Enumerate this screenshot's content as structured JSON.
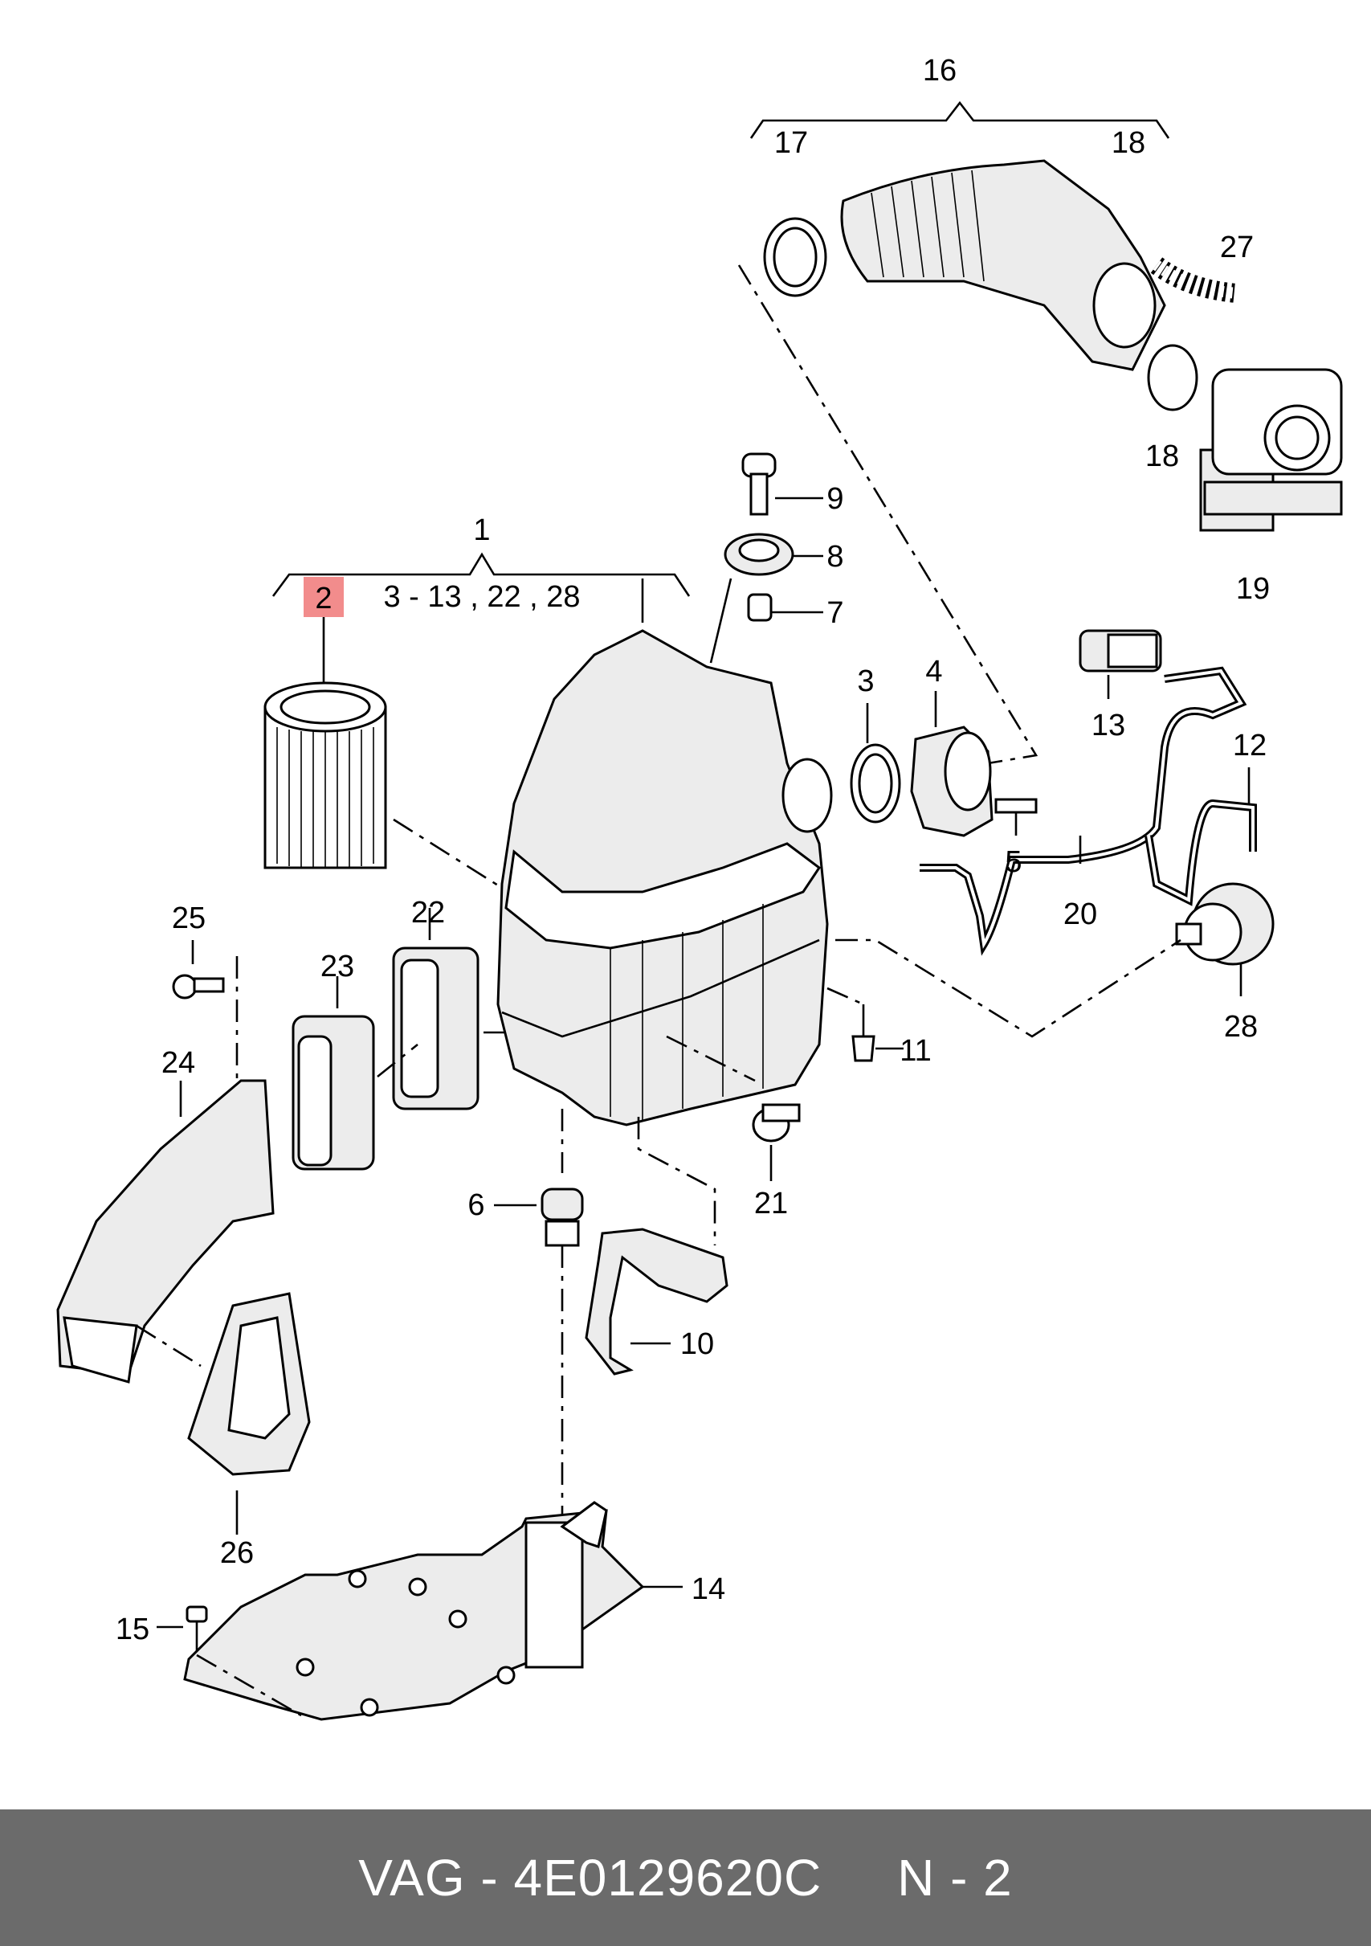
{
  "diagram": {
    "callouts": [
      {
        "id": "1",
        "text": "1"
      },
      {
        "id": "2",
        "text": "2"
      },
      {
        "id": "1sub",
        "text": "3 - 13 , 22 , 28"
      },
      {
        "id": "3",
        "text": "3"
      },
      {
        "id": "4",
        "text": "4"
      },
      {
        "id": "5",
        "text": "5"
      },
      {
        "id": "6",
        "text": "6"
      },
      {
        "id": "7",
        "text": "7"
      },
      {
        "id": "8",
        "text": "8"
      },
      {
        "id": "9",
        "text": "9"
      },
      {
        "id": "10",
        "text": "10"
      },
      {
        "id": "11",
        "text": "11"
      },
      {
        "id": "12",
        "text": "12"
      },
      {
        "id": "13",
        "text": "13"
      },
      {
        "id": "14",
        "text": "14"
      },
      {
        "id": "15",
        "text": "15"
      },
      {
        "id": "16",
        "text": "16"
      },
      {
        "id": "17",
        "text": "17"
      },
      {
        "id": "18a",
        "text": "18"
      },
      {
        "id": "18b",
        "text": "18"
      },
      {
        "id": "19",
        "text": "19"
      },
      {
        "id": "20",
        "text": "20"
      },
      {
        "id": "21",
        "text": "21"
      },
      {
        "id": "22",
        "text": "22"
      },
      {
        "id": "23",
        "text": "23"
      },
      {
        "id": "24",
        "text": "24"
      },
      {
        "id": "25",
        "text": "25"
      },
      {
        "id": "26",
        "text": "26"
      },
      {
        "id": "27",
        "text": "27"
      },
      {
        "id": "28",
        "text": "28"
      }
    ],
    "highlighted_callout": "2",
    "highlight_color": "#f28c8c"
  },
  "footer": {
    "text": "VAG - 4E0129620C     N - 2",
    "background": "#6b6b6b",
    "color": "#ffffff"
  }
}
